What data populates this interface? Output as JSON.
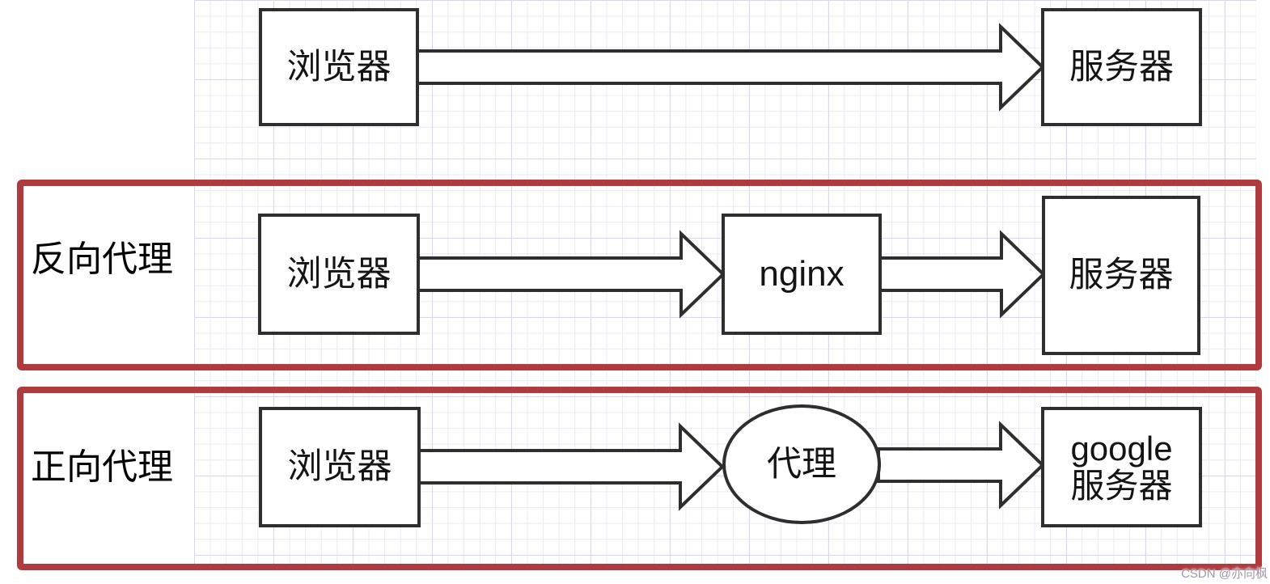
{
  "diagram": {
    "top_flow": {
      "browser": "浏览器",
      "server": "服务器"
    },
    "reverse_proxy": {
      "label": "反向代理",
      "browser": "浏览器",
      "proxy": "nginx",
      "server": "服务器"
    },
    "forward_proxy": {
      "label": "正向代理",
      "browser": "浏览器",
      "proxy": "代理",
      "server_line1": "google",
      "server_line2": "服务器"
    },
    "watermark": "CSDN @亦向枫",
    "colors": {
      "section_border": "#b03b3e",
      "node_border": "#2e2e2e",
      "grid_line": "#e9e9f8"
    }
  }
}
